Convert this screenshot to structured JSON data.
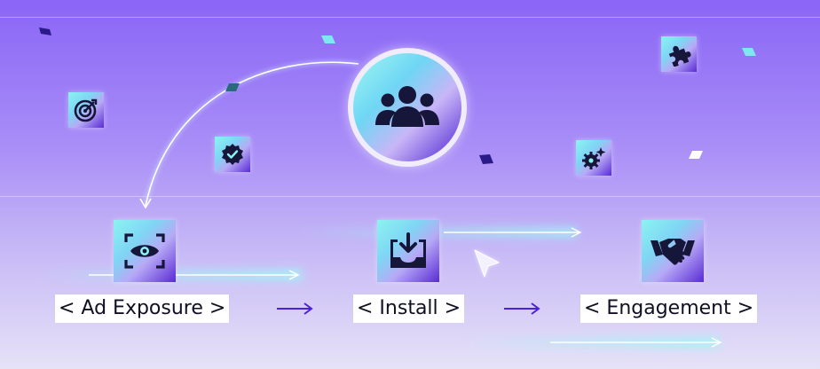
{
  "stages": [
    {
      "label": "< Ad Exposure >",
      "icon": "eye-scan-icon"
    },
    {
      "label": "< Install >",
      "icon": "download-tray-icon"
    },
    {
      "label": "< Engagement >",
      "icon": "handshake-icon"
    }
  ],
  "center_icon": "users-group-icon",
  "floating_icons": [
    "target-icon",
    "verified-badge-icon",
    "gears-icon",
    "puzzle-icon"
  ],
  "colors": {
    "background_top": "#8a65f6",
    "background_bottom": "#e6e2f7",
    "accent_cyan": "#7ff3f5",
    "accent_purple": "#4b1fd0",
    "arrow_purple": "#4a22d8",
    "icon_dark": "#16163a"
  }
}
